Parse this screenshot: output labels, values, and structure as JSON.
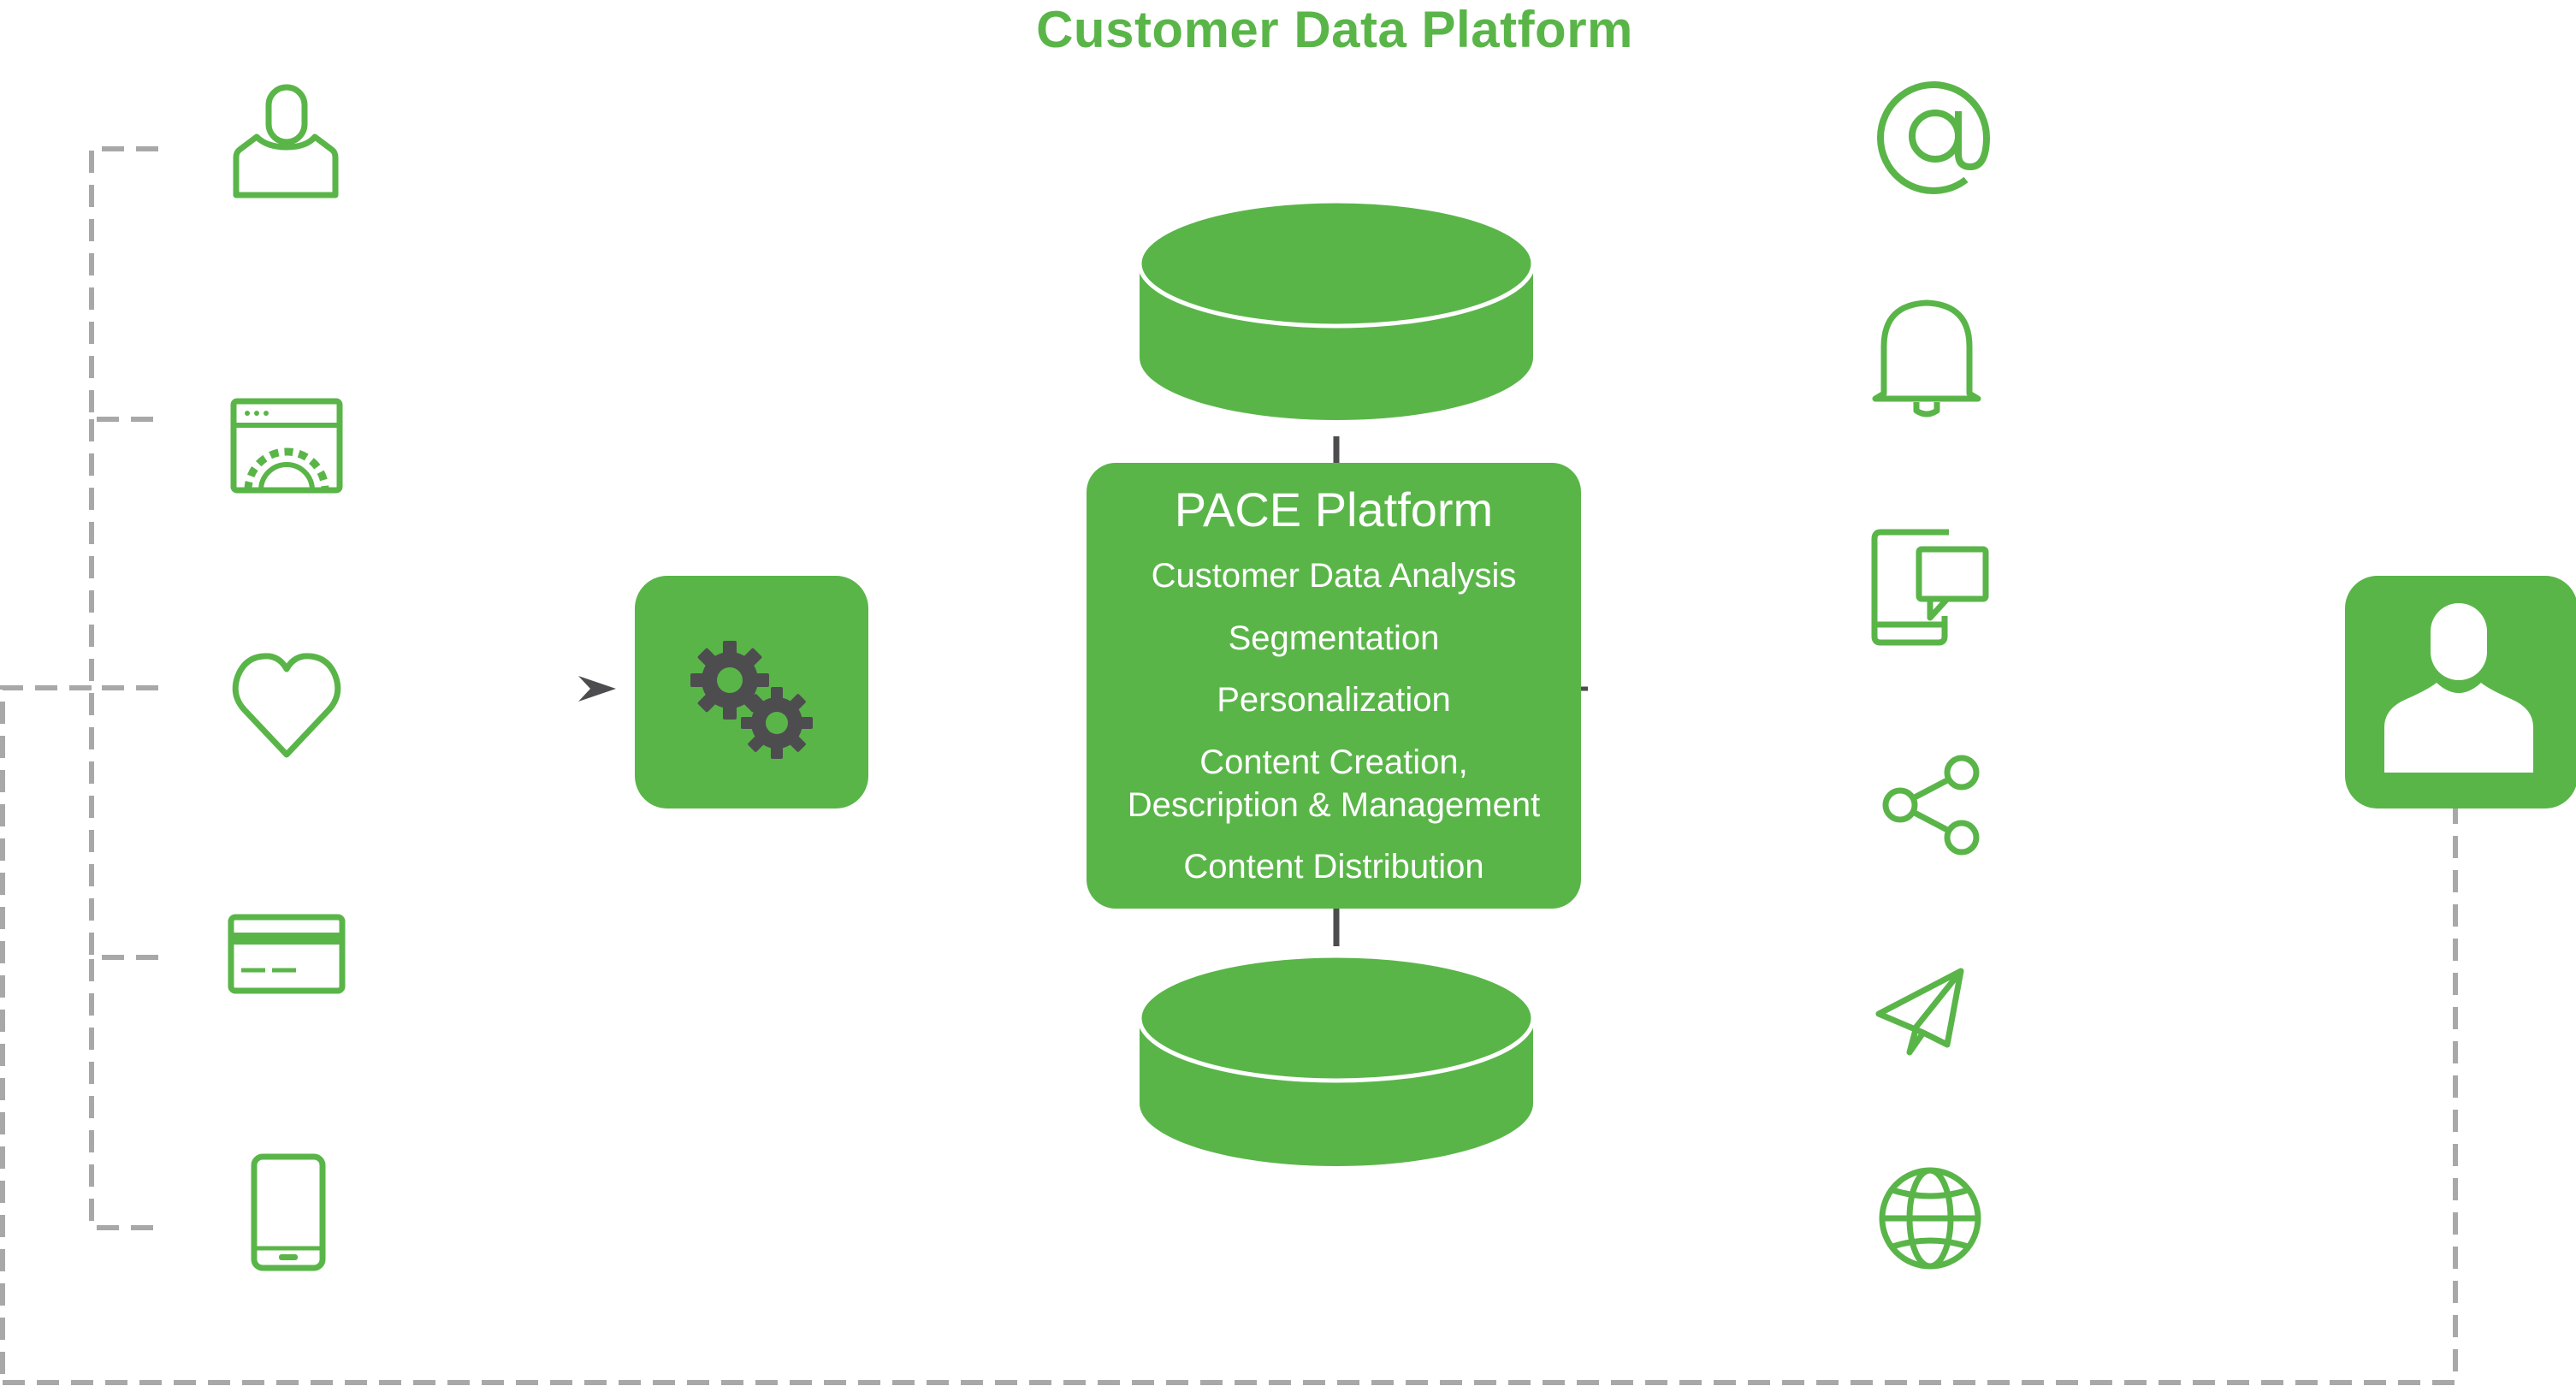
{
  "title": "Customer Data Platform",
  "colors": {
    "accent": "#5ab549",
    "connector": "#a8a8a8",
    "dark": "#4d4d4f",
    "white": "#ffffff"
  },
  "sources": [
    {
      "icon": "person-icon"
    },
    {
      "icon": "browser-settings-icon"
    },
    {
      "icon": "heart-icon"
    },
    {
      "icon": "credit-card-icon"
    },
    {
      "icon": "smartphone-icon"
    }
  ],
  "processor": {
    "icon": "gears-icon"
  },
  "platform": {
    "title": "PACE Platform",
    "items": [
      "Customer Data Analysis",
      "Segmentation",
      "Personalization",
      "Content Creation,",
      "Description & Management",
      "Content Distribution"
    ]
  },
  "databases": [
    {
      "icon": "database-top-icon"
    },
    {
      "icon": "database-bottom-icon"
    }
  ],
  "channels": [
    {
      "icon": "email-at-icon"
    },
    {
      "icon": "bell-icon"
    },
    {
      "icon": "tablet-chat-icon"
    },
    {
      "icon": "share-icon"
    },
    {
      "icon": "paper-plane-icon"
    },
    {
      "icon": "globe-icon"
    }
  ],
  "customer": {
    "icon": "customer-profile-icon"
  }
}
